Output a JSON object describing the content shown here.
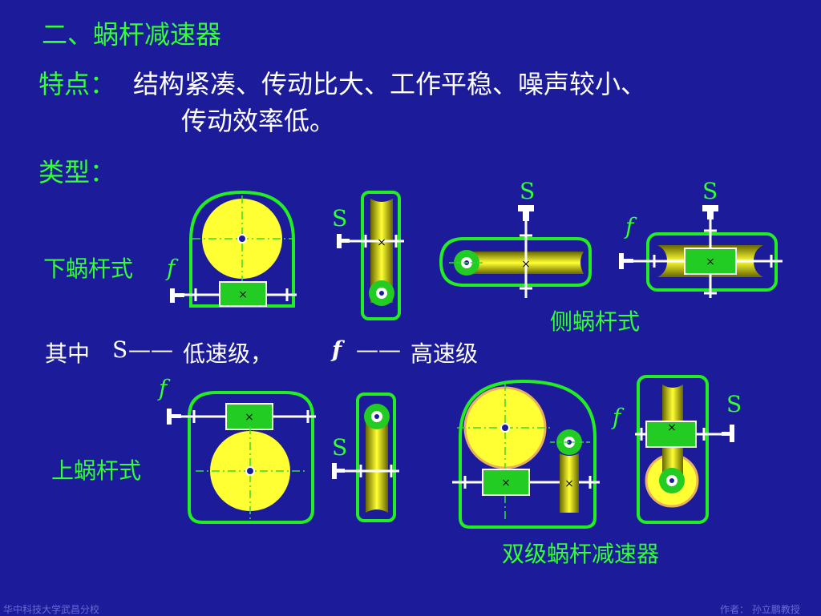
{
  "slide": {
    "title": "二、蜗杆减速器",
    "features_label": "特点：",
    "features_line1": "结构紧凑、传动比大、工作平稳、噪声较小、",
    "features_line2": "传动效率低。",
    "types_label": "类型："
  },
  "labels": {
    "lower_worm": "下蜗杆式",
    "side_worm": "侧蜗杆式",
    "upper_worm": "上蜗杆式",
    "double_stage": "双级蜗杆减速器",
    "S": "S",
    "f": "f"
  },
  "legend": {
    "prefix": "其中",
    "s": "S",
    "s_dash": "——",
    "s_desc": "低速级，",
    "f": "f",
    "f_dash": "——",
    "f_desc": "高速级"
  },
  "footer": {
    "left": "华中科技大学武昌分校",
    "right": "作者：  孙立鹏教授"
  },
  "colors": {
    "background": "#1c1c9a",
    "housing": "#22ee22",
    "gear": "#ffff33",
    "worm": "#22cc22",
    "shaft": "#ffffff",
    "center_line": "#33dd33"
  }
}
